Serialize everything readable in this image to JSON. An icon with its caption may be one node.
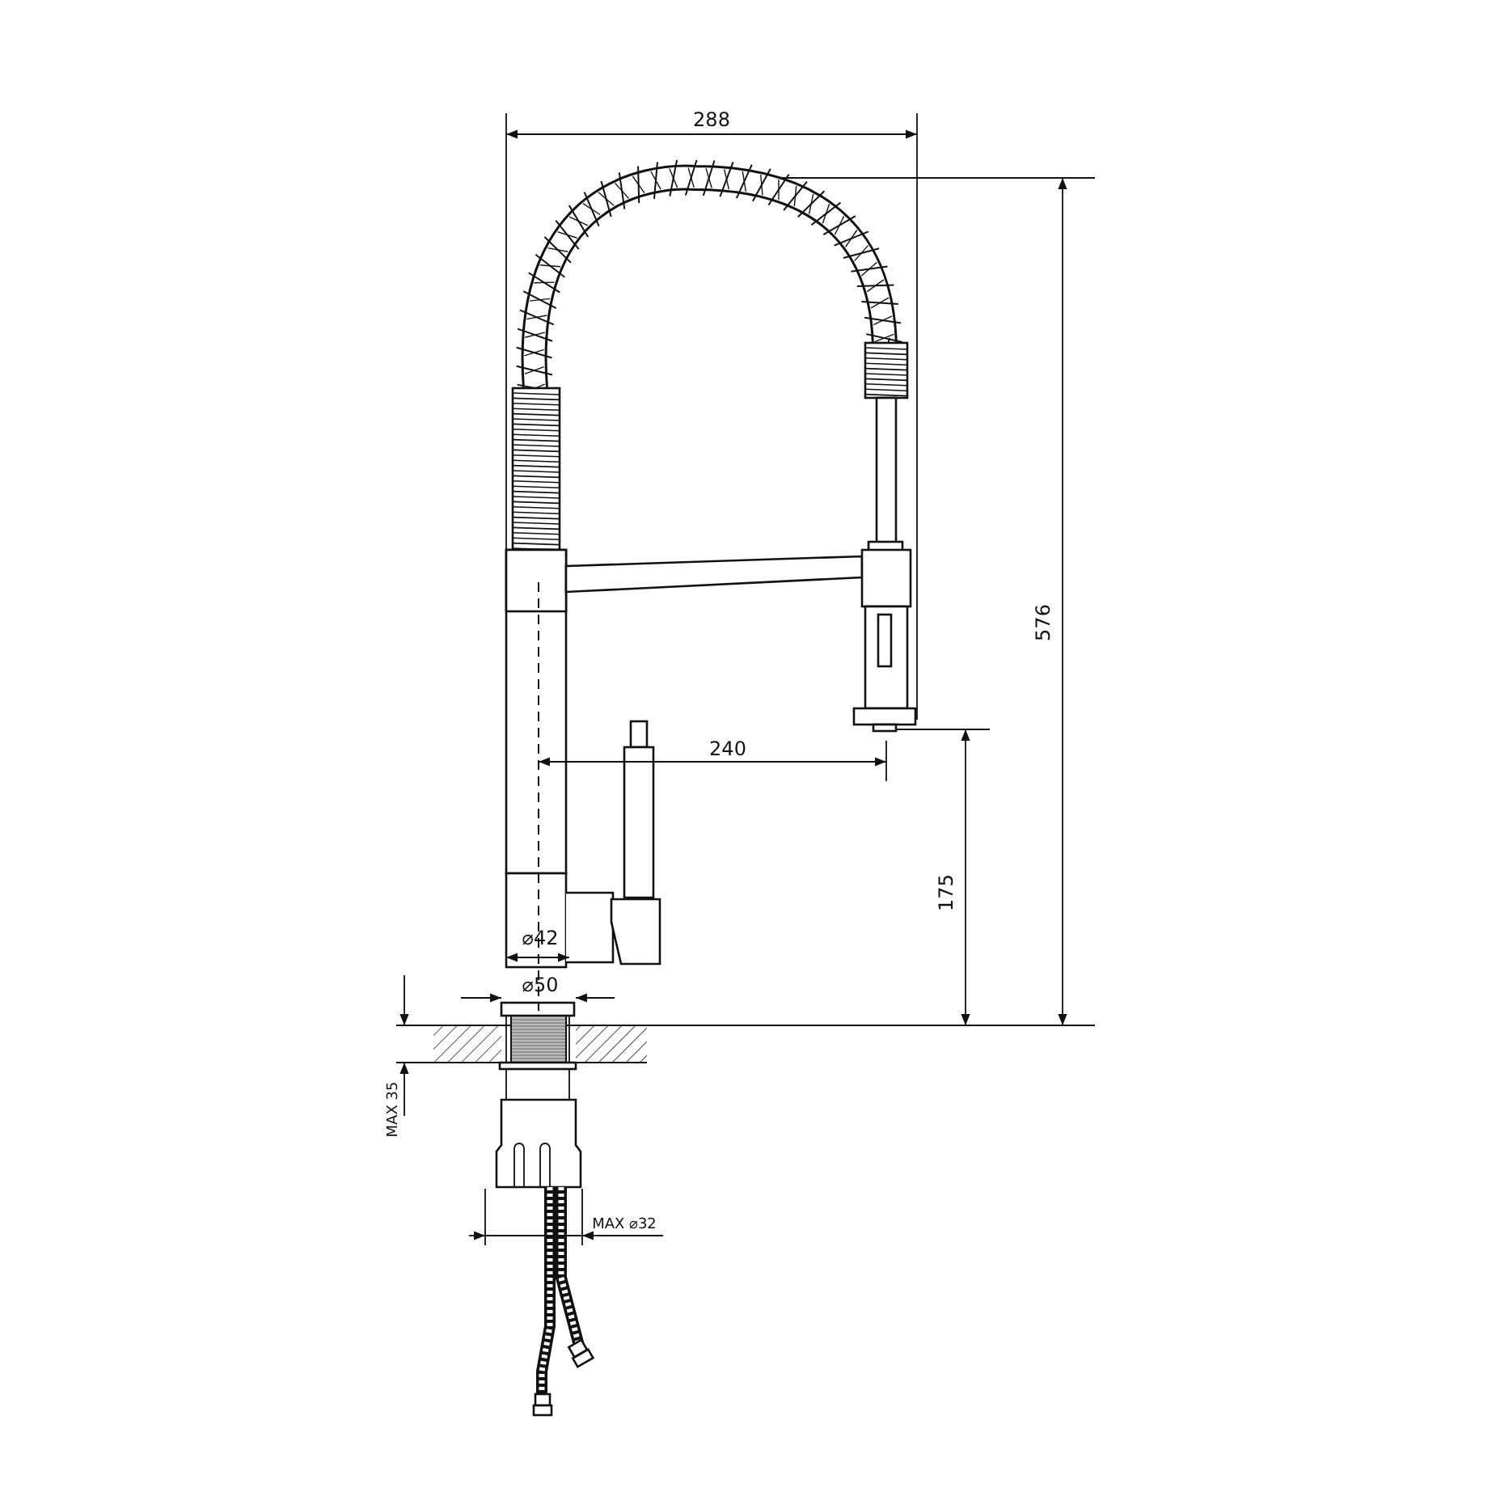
{
  "diagram": {
    "labels": [
      "288",
      "576",
      "240",
      "175",
      "⌀42",
      "⌀50",
      "MAX 35",
      "MAX ⌀32"
    ]
  }
}
